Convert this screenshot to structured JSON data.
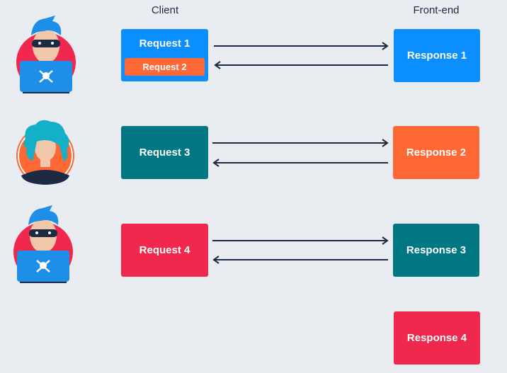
{
  "headers": {
    "client": "Client",
    "frontend": "Front-end"
  },
  "colors": {
    "blue": "#0b8fff",
    "orange": "#ff6734",
    "teal": "#007782",
    "red": "#f1284e",
    "navy": "#1d2a44"
  },
  "rows": [
    {
      "request": "Request 1",
      "smuggled": "Request 2",
      "response": "Response 1",
      "avatar": "hacker-avatar"
    },
    {
      "request": "Request 3",
      "response": "Response 2",
      "avatar": "victim-avatar"
    },
    {
      "request": "Request 4",
      "response": "Response 3",
      "avatar": "hacker-avatar"
    }
  ],
  "extra_response": "Response 4"
}
